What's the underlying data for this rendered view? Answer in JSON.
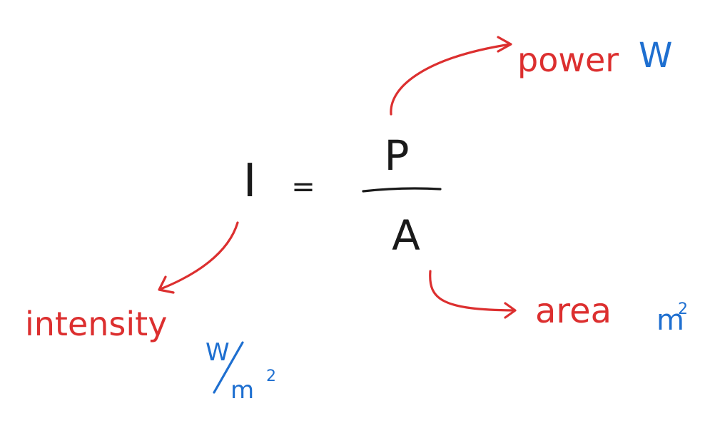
{
  "formula": {
    "lhs": "I",
    "equals": "=",
    "numerator": "P",
    "denominator": "A"
  },
  "annotations": {
    "power": {
      "label": "power",
      "unit": "W"
    },
    "area": {
      "label": "area",
      "unit_base": "m",
      "unit_exp": "2"
    },
    "intensity": {
      "label": "intensity",
      "unit_num": "W",
      "unit_den_base": "m",
      "unit_den_exp": "2"
    }
  },
  "colors": {
    "ink": "#1a1a1a",
    "red": "#dc2f2f",
    "blue": "#1e6fd0"
  }
}
